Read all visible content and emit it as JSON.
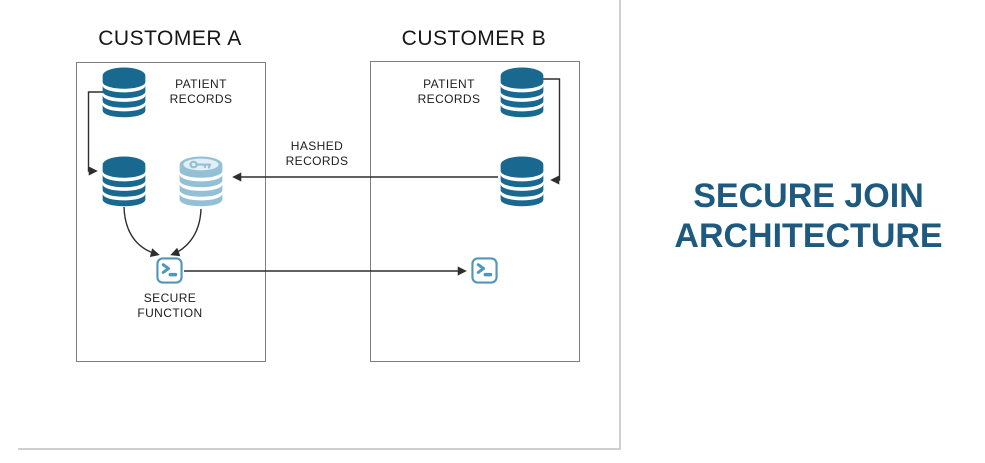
{
  "title": {
    "line1": "SECURE JOIN",
    "line2": "ARCHITECTURE"
  },
  "customer_a": {
    "title": "CUSTOMER A",
    "patient_records_l1": "PATIENT",
    "patient_records_l2": "RECORDS",
    "secure_function_l1": "SECURE",
    "secure_function_l2": "FUNCTION"
  },
  "customer_b": {
    "title": "CUSTOMER B",
    "patient_records_l1": "PATIENT",
    "patient_records_l2": "RECORDS"
  },
  "flow": {
    "hashed_records_l1": "HASHED",
    "hashed_records_l2": "RECORDS"
  },
  "icons": {
    "database": "database-cylinder-icon",
    "hashed_database": "database-cylinder-with-key-icon",
    "key": "key-icon",
    "secure_function": "terminal-prompt-icon"
  },
  "colors": {
    "database_dark": "#19688f",
    "database_light": "#94c0d6",
    "terminal_blue": "#4f96bb",
    "title_text": "#1e5a80",
    "box_border": "#7e7e7e",
    "frame_border": "#cfcfcf",
    "connector": "#2e2e2e"
  }
}
